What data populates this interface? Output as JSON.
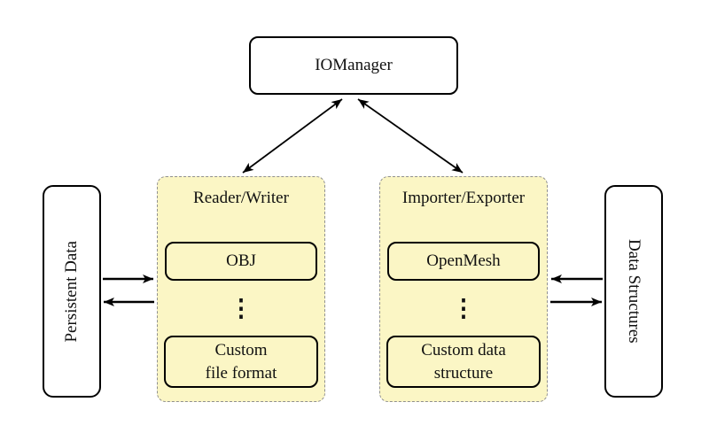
{
  "colors": {
    "container_fill": "#FBF6C5",
    "container_border": "#909090",
    "node_border": "#000000",
    "node_fill": "#FFFFFF",
    "arrow": "#000000"
  },
  "nodes": {
    "io_manager": "IOManager",
    "persistent_data": "Persistent Data",
    "data_structures": "Data Structures"
  },
  "reader_writer": {
    "title": "Reader/Writer",
    "item_top": "OBJ",
    "ellipsis": "⋮",
    "item_bottom_line1": "Custom",
    "item_bottom_line2": "file format"
  },
  "importer_exporter": {
    "title": "Importer/Exporter",
    "item_top": "OpenMesh",
    "ellipsis": "⋮",
    "item_bottom_line1": "Custom data",
    "item_bottom_line2": "structure"
  },
  "edges": [
    {
      "from": "IOManager",
      "to": "Reader/Writer",
      "type": "bidirectional"
    },
    {
      "from": "IOManager",
      "to": "Importer/Exporter",
      "type": "bidirectional"
    },
    {
      "from": "Persistent Data",
      "to": "Reader/Writer",
      "type": "directed"
    },
    {
      "from": "Reader/Writer",
      "to": "Persistent Data",
      "type": "directed"
    },
    {
      "from": "Data Structures",
      "to": "Importer/Exporter",
      "type": "directed"
    },
    {
      "from": "Importer/Exporter",
      "to": "Data Structures",
      "type": "directed"
    }
  ]
}
